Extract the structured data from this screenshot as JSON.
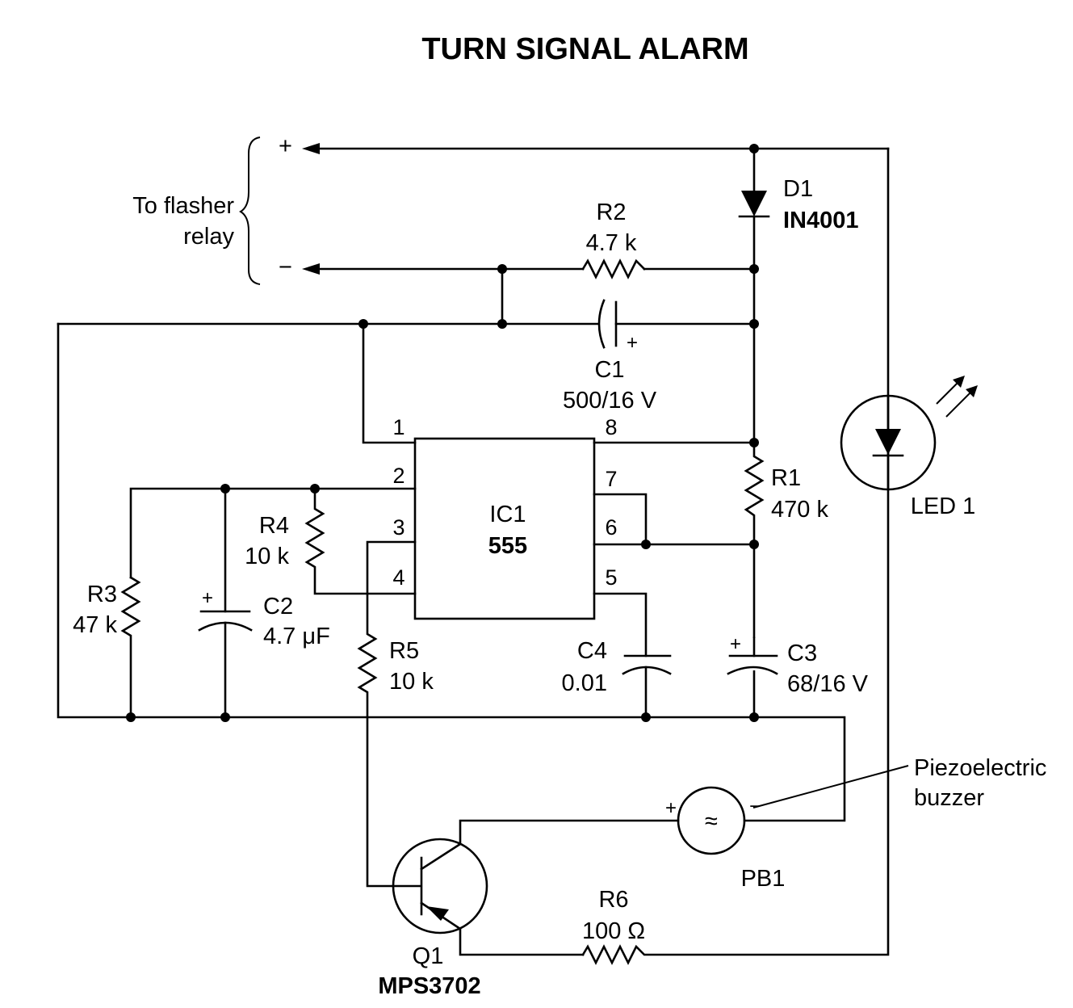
{
  "title": "TURN SIGNAL ALARM",
  "flasher": {
    "label_line1": "To flasher",
    "label_line2": "relay",
    "plus": "+",
    "minus": "−"
  },
  "components": {
    "d1": {
      "ref": "D1",
      "value": "IN4001"
    },
    "r2": {
      "ref": "R2",
      "value": "4.7 k"
    },
    "c1": {
      "ref": "C1",
      "value": "500/16 V",
      "polarity": "+"
    },
    "r1": {
      "ref": "R1",
      "value": "470 k"
    },
    "c3": {
      "ref": "C3",
      "value": "68/16 V",
      "polarity": "+"
    },
    "c4": {
      "ref": "C4",
      "value": "0.01"
    },
    "r4": {
      "ref": "R4",
      "value": "10 k"
    },
    "r3": {
      "ref": "R3",
      "value": "47 k"
    },
    "c2": {
      "ref": "C2",
      "value": "4.7 μF",
      "polarity": "+"
    },
    "r5": {
      "ref": "R5",
      "value": "10 k"
    },
    "r6": {
      "ref": "R6",
      "value": "100 Ω"
    },
    "q1": {
      "ref": "Q1",
      "value": "MPS3702"
    },
    "pb1": {
      "ref": "PB1",
      "plus": "+",
      "minus": "−",
      "symbol": "≈"
    },
    "led1": {
      "ref": "LED 1"
    },
    "ic1": {
      "ref": "IC1",
      "value": "555",
      "pins": [
        "1",
        "2",
        "3",
        "4",
        "5",
        "6",
        "7",
        "8"
      ]
    }
  },
  "annotation": {
    "line1": "Piezoelectric",
    "line2": "buzzer"
  }
}
